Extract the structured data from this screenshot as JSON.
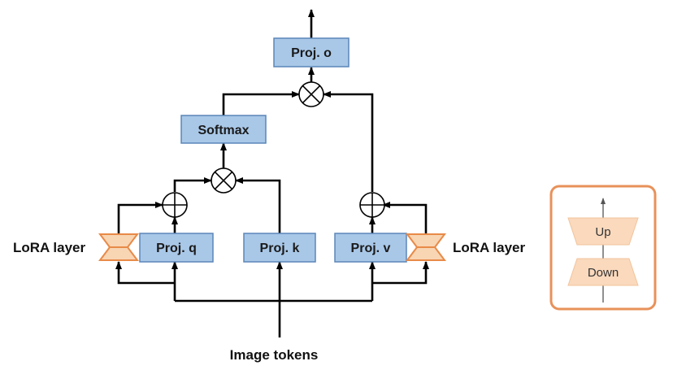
{
  "blocks": {
    "proj_o": "Proj. o",
    "softmax": "Softmax",
    "proj_q": "Proj. q",
    "proj_k": "Proj. k",
    "proj_v": "Proj. v"
  },
  "labels": {
    "lora_left": "LoRA layer",
    "lora_right": "LoRA layer",
    "input": "Image tokens"
  },
  "legend": {
    "up": "Up",
    "down": "Down"
  },
  "colors": {
    "block_fill": "#a9c8e8",
    "block_stroke": "#5b86b8",
    "lora_fill": "#f8d5b3",
    "lora_stroke": "#e88a48",
    "legend_border": "#e8915a",
    "legend_fill": "#fad9bd",
    "line": "#000000"
  }
}
